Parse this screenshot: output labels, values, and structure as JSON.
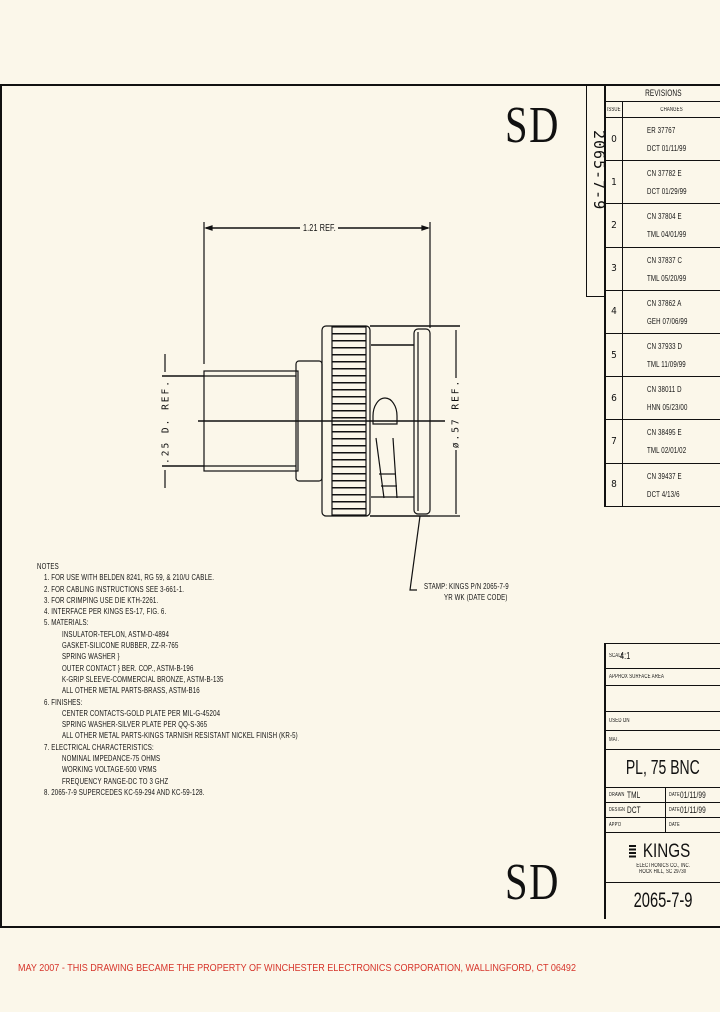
{
  "drawing": {
    "stamp_top": "SD",
    "stamp_bottom": "SD",
    "part_number_vertical": "2065-7-9"
  },
  "revisions": {
    "title": "REVISIONS",
    "header": {
      "issue": "ISSUE",
      "changes": "CHANGES"
    },
    "rows": [
      {
        "issue": "0",
        "line1": "ER  37767",
        "line2": "DCT  01/11/99"
      },
      {
        "issue": "1",
        "line1": "CN  37782  E",
        "line2": "DCT  01/29/99"
      },
      {
        "issue": "2",
        "line1": "CN  37804  E",
        "line2": "TML  04/01/99"
      },
      {
        "issue": "3",
        "line1": "CN  37837  C",
        "line2": "TML  05/20/99"
      },
      {
        "issue": "4",
        "line1": "CN  37862  A",
        "line2": "GEH  07/06/99"
      },
      {
        "issue": "5",
        "line1": "CN  37933  D",
        "line2": "TML  11/09/99"
      },
      {
        "issue": "6",
        "line1": "CN  38011  D",
        "line2": "HNN  05/23/00"
      },
      {
        "issue": "7",
        "line1": "CN  38495  E",
        "line2": "TML  02/01/02"
      },
      {
        "issue": "8",
        "line1": "CN  39437  E",
        "line2": "DCT  4/13/6"
      }
    ]
  },
  "dimensions": {
    "length": "1.21 REF.",
    "cable_dia": ".25 D. REF.",
    "body_dia": "ø.57 REF."
  },
  "callout": {
    "line1": "STAMP: KINGS P/N 2065-7-9",
    "line2": "YR WK (DATE CODE)"
  },
  "notes": {
    "title": "NOTES",
    "lines": [
      "1. FOR USE WITH BELDEN 8241, RG 59, & 210/U CABLE.",
      "2. FOR CABLING INSTRUCTIONS SEE 3-661-1.",
      "3. FOR CRIMPING USE DIE KTH-2261.",
      "4. INTERFACE PER KINGS ES-17, FIG. 6.",
      "5. MATERIALS:",
      "INSULATOR-TEFLON, ASTM-D-4894",
      "GASKET-SILICONE RUBBER, ZZ-R-765",
      "SPRING WASHER }",
      "OUTER CONTACT }  BER. COP., ASTM-B-196",
      "K-GRIP SLEEVE-COMMERCIAL BRONZE, ASTM-B-135",
      "ALL OTHER METAL PARTS-BRASS, ASTM-B16",
      "6. FINISHES:",
      "CENTER CONTACTS-GOLD PLATE PER MIL-G-45204",
      "SPRING WASHER-SILVER PLATE PER QQ-S-365",
      "ALL OTHER METAL PARTS-KINGS TARNISH RESISTANT NICKEL FINISH (KR-5)",
      "7. ELECTRICAL CHARACTERISTICS:",
      "NOMINAL IMPEDANCE-75 OHMS",
      "WORKING VOLTAGE-500 VRMS",
      "FREQUENCY RANGE-DC TO 3 GHZ",
      "8. 2065-7-9 SUPERCEDES KC-59-294 AND KC-59-128."
    ],
    "indent": [
      false,
      false,
      false,
      false,
      false,
      true,
      true,
      true,
      true,
      true,
      true,
      false,
      true,
      true,
      true,
      false,
      true,
      true,
      true,
      false
    ]
  },
  "title_block": {
    "scale_label": "SCALE",
    "scale_value": "4:1",
    "surface_label": "APPROX SURFACE AREA",
    "used_on_label": "USED ON",
    "mat_label": "MAT.",
    "description": "PL, 75 BNC",
    "drawn_label": "DRAWN",
    "drawn_value": "TML",
    "drawn_date_label": "DATE",
    "drawn_date": "01/11/99",
    "design_label": "DESIGN",
    "design_value": "DCT",
    "design_date_label": "DATE",
    "design_date": "01/11/99",
    "appd_label": "APP'D",
    "appd_date_label": "DATE",
    "company": "KINGS",
    "company_line1": "ELECTRONICS CO., INC.",
    "company_line2": "ROCK HILL, SC 29730",
    "part_number": "2065-7-9"
  },
  "footer": {
    "text": "MAY 2007 - THIS DRAWING BECAME THE PROPERTY OF WINCHESTER ELECTRONICS CORPORATION, WALLINGFORD, CT 06492",
    "color": "#d6342a"
  }
}
